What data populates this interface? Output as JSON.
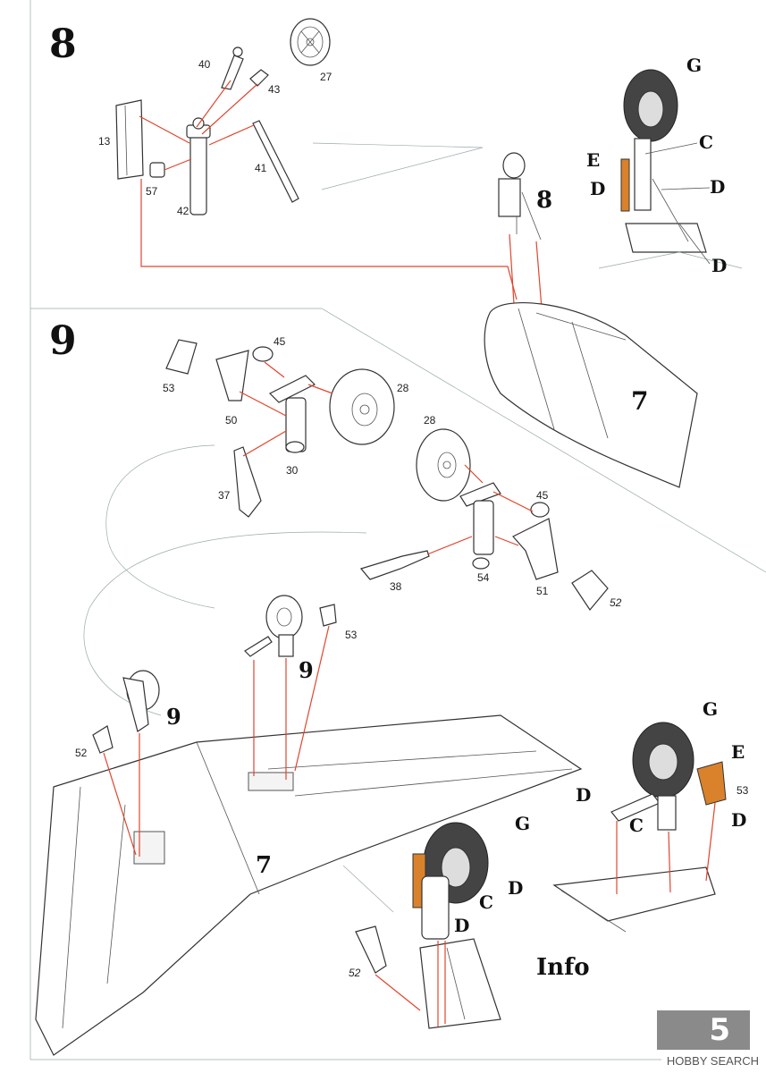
{
  "steps": {
    "step8": "8",
    "step9": "9"
  },
  "sub_labels": {
    "s8": "8",
    "s9a": "9",
    "s9b": "9",
    "s7a": "7",
    "s7b": "7"
  },
  "parts": {
    "p40": "40",
    "p27": "27",
    "p43": "43",
    "p13": "13",
    "p41": "41",
    "p57": "57",
    "p42": "42",
    "p45a": "45",
    "p53a": "53",
    "p50": "50",
    "p28a": "28",
    "p30": "30",
    "p37": "37",
    "p28b": "28",
    "p45b": "45",
    "p38": "38",
    "p54": "54",
    "p51": "51",
    "p52a": "52",
    "p53b": "53",
    "p52b": "52",
    "p53c": "53",
    "p52c": "52"
  },
  "colors_callouts": {
    "g1": "G",
    "c1": "C",
    "e1": "E",
    "d1": "D",
    "d2": "D",
    "d3": "D",
    "g2": "G",
    "e2": "E",
    "d4": "D",
    "c2": "C",
    "d5": "D",
    "g3": "G",
    "d6": "D",
    "c3": "C",
    "d7": "D"
  },
  "info_label": "Info",
  "page_number": "5",
  "watermark": "HOBBY SEARCH",
  "colors": {
    "arrow": "#e0452e",
    "callout_accent": "#d9822b",
    "tab_gray": "#8a8a8a"
  }
}
